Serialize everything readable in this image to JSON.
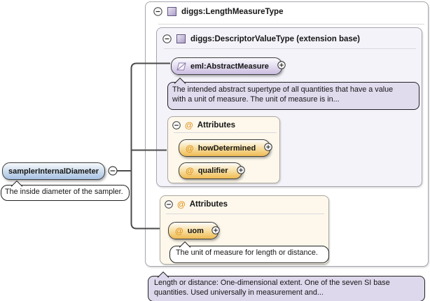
{
  "colors": {
    "element_blue": "#a8c2e4",
    "element_purple": "#cabce0",
    "attribute_orange": "#efba52",
    "at_symbol_orange": "#e0931f",
    "annotation_purple_bg": "#e1dbee",
    "inner_box_bg": "#f5f3fa",
    "attributes_box_bg": "#fdf8eb",
    "connector_gray": "#4b4b4b"
  },
  "icons": {
    "collapse": "−",
    "expand": "+",
    "attribute": "@"
  },
  "root_element": {
    "label": "samplerInternalDiameter",
    "annotation": "The inside diameter of the sampler."
  },
  "type_box": {
    "title": "diggs:LengthMeasureType",
    "annotation": {
      "line1": "Length or distance: One-dimensional extent. One of the seven SI base",
      "line2": "quantities. Used universally in measurement and..."
    },
    "extension_box": {
      "title": "diggs:DescriptorValueType (extension base)",
      "element": {
        "label": "eml:AbstractMeasure",
        "annotation": {
          "line1": "The intended abstract supertype of all quantities that have a value",
          "line2": "with a unit of measure. The unit of measure is in..."
        }
      },
      "attributes_box": {
        "title": "Attributes",
        "items": [
          {
            "label": "howDetermined"
          },
          {
            "label": "qualifier"
          }
        ]
      }
    },
    "attributes_box": {
      "title": "Attributes",
      "items": [
        {
          "label": "uom",
          "annotation": "The unit of measure for length or distance."
        }
      ]
    }
  }
}
